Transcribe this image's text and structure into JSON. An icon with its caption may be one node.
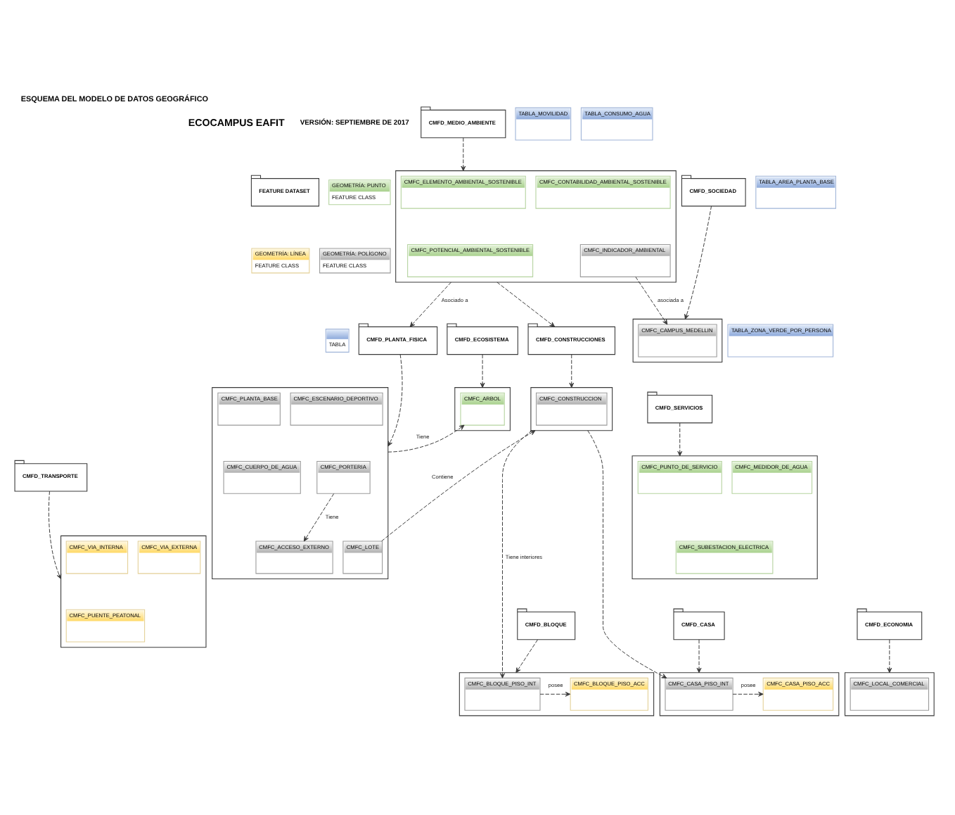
{
  "diagram": {
    "title": "ESQUEMA DEL MODELO DE DATOS GEOGRÁFICO",
    "nodes": [
      {
        "text": [
          "CMFD_MEDIO_AMBIENTE"
        ]
      },
      {
        "text": [],
        "shape": "box"
      },
      {
        "text": [
          "CMFC_ELEMENTO_AMBIENTAL_SOSTENIBLE"
        ],
        "in": 1
      },
      {
        "text": [
          "CMFC_CONTABILIDAD_AMBIENTAL_SOSTENIBLE"
        ],
        "in": 1
      },
      {
        "text": [
          "CMFC_POTENCIAL_AMBIENTAL_SOSTENIBLE"
        ],
        "in": 1
      },
      {
        "text": [
          "CMFC_INDICADOR_AMBIENTAL"
        ],
        "in": 1
      },
      {
        "text": [
          "FEATURE DATASET"
        ]
      },
      {
        "text": [
          "GEOMETRÍA: PUNTO",
          "FEATURE CLASS"
        ]
      },
      {
        "text": [
          "GEOMETRÍA: LÍNEA",
          "FEATURE CLASS"
        ]
      },
      {
        "text": [
          "GEOMETRÍA: POLÍGONO",
          "FEATURE CLASS"
        ]
      },
      {
        "text": [
          "TABLA"
        ]
      },
      {
        "text": [
          "CMFD_SOCIEDAD"
        ]
      },
      {
        "text": [],
        "shape": "box"
      },
      {
        "text": [
          "CMFC_CAMPUS_MEDELLIN"
        ],
        "in": 12
      },
      {
        "text": [
          "TABLA_MOVILIDAD"
        ]
      },
      {
        "text": [
          "TABLA_CONSUMO_AGUA"
        ]
      },
      {
        "text": [
          "TABLA_AREA_PLANTA_BASE"
        ]
      },
      {
        "text": [
          "TABLA_ZONA_VERDE_POR_PERSONA"
        ]
      },
      {
        "text": [
          "CMFD_PLANTA_FISICA"
        ]
      },
      {
        "text": [
          "CMFD_ECOSISTEMA"
        ]
      },
      {
        "text": [],
        "shape": "box"
      },
      {
        "text": [
          "CMFC_ARBOL"
        ],
        "in": 20
      },
      {
        "text": [],
        "shape": "box"
      },
      {
        "text": [
          "CMFC_PLANTA_BASE"
        ],
        "in": 22
      },
      {
        "text": [
          "CMFC_ESCENARIO_DEPORTIVO"
        ],
        "in": 22
      },
      {
        "text": [
          "CMFC_CUERPO_DE_AGUA"
        ],
        "in": 22
      },
      {
        "text": [
          "CMFC_PORTERIA"
        ],
        "in": 22
      },
      {
        "text": [
          "CMFC_ACCESO_EXTERNO"
        ],
        "in": 22
      },
      {
        "text": [
          "CMFC_LOTE"
        ],
        "in": 22
      },
      {
        "text": [
          "CMFD_CONSTRUCCIONES"
        ]
      },
      {
        "text": [],
        "shape": "box"
      },
      {
        "text": [
          "CMFC_CONSTRUCCION"
        ],
        "in": 30
      },
      {
        "text": [
          "CMFD_SERVICIOS"
        ]
      },
      {
        "text": [],
        "shape": "box"
      },
      {
        "text": [
          "CMFC_PUNTO_DE_SERVICIO"
        ],
        "in": 33
      },
      {
        "text": [
          "CMFC_MEDIDOR_DE_AGUA"
        ],
        "in": 33
      },
      {
        "text": [
          "CMFC_SUBESTACION_ELECTRICA"
        ],
        "in": 33
      },
      {
        "text": [
          "CMFD_TRANSPORTE"
        ]
      },
      {
        "text": [],
        "shape": "box"
      },
      {
        "text": [
          "CMFC_VIA_INTERNA"
        ],
        "in": 38
      },
      {
        "text": [
          "CMFC_VIA_EXTERNA"
        ],
        "in": 38
      },
      {
        "text": [
          "CMFC_PUENTE_PEATONAL"
        ],
        "in": 38
      },
      {
        "text": [
          "CMFD_BLOQUE"
        ]
      },
      {
        "text": [],
        "shape": "box"
      },
      {
        "text": [
          "CMFC_BLOQUE_PISO_INT"
        ],
        "in": 43
      },
      {
        "text": [
          "CMFC_BLOQUE_PISO_ACC"
        ],
        "in": 43
      },
      {
        "text": [
          "CMFD_CASA"
        ]
      },
      {
        "text": [],
        "shape": "box"
      },
      {
        "text": [
          "CMFC_CASA_PISO_INT"
        ],
        "in": 47
      },
      {
        "text": [
          "CMFC_CASA_PISO_ACC"
        ],
        "in": 47
      },
      {
        "text": [
          "CMFD_ECONOMIA"
        ]
      },
      {
        "text": [],
        "shape": "box"
      },
      {
        "text": [
          "CMFC_LOCAL_COMERCIAL"
        ],
        "in": 51
      }
    ],
    "edges": [
      {
        "from": 0,
        "to": 1,
        "arrow": "to",
        "style": "dashed"
      },
      {
        "from": 1,
        "to": 18,
        "arrow": "to",
        "style": "dashed",
        "label": "Asociado a"
      },
      {
        "from": 1,
        "to": 29,
        "arrow": "to",
        "style": "dashed"
      },
      {
        "from": 5,
        "to": 13,
        "arrow": "to",
        "style": "dashed",
        "label": "asociada a"
      },
      {
        "from": 11,
        "to": 12,
        "arrow": "to",
        "style": "dashed"
      },
      {
        "from": 18,
        "to": 22,
        "arrow": "to",
        "style": "dashed"
      },
      {
        "from": 19,
        "to": 20,
        "arrow": "to",
        "style": "dashed"
      },
      {
        "from": 22,
        "to": 21,
        "arrow": "to",
        "style": "dashed",
        "label": "Tiene"
      },
      {
        "from": 26,
        "to": 27,
        "arrow": "to",
        "style": "dashed",
        "label": "Tiene"
      },
      {
        "from": 28,
        "to": 30,
        "arrow": "to",
        "style": "dashed",
        "label": "Contiene"
      },
      {
        "from": 29,
        "to": 30,
        "arrow": "to",
        "style": "dashed"
      },
      {
        "from": 30,
        "to": 44,
        "arrow": "to",
        "style": "dashed",
        "label": "Tiene interiores"
      },
      {
        "from": 30,
        "to": 48,
        "arrow": "to",
        "style": "dashed"
      },
      {
        "from": 32,
        "to": 33,
        "arrow": "to",
        "style": "dashed"
      },
      {
        "from": 37,
        "to": 38,
        "arrow": "to",
        "style": "dashed"
      },
      {
        "from": 42,
        "to": 43,
        "arrow": "to",
        "style": "dashed"
      },
      {
        "from": 44,
        "to": 45,
        "arrow": "to",
        "style": "dashed",
        "label": "posee"
      },
      {
        "from": 46,
        "to": 47,
        "arrow": "to",
        "style": "dashed"
      },
      {
        "from": 48,
        "to": 49,
        "arrow": "to",
        "style": "dashed",
        "label": "posee"
      },
      {
        "from": 50,
        "to": 51,
        "arrow": "to",
        "style": "dashed"
      }
    ],
    "labels": [
      "ECOCAMPUS EAFIT",
      "VERSIÓN: SEPTIEMBRE DE 2017"
    ]
  }
}
